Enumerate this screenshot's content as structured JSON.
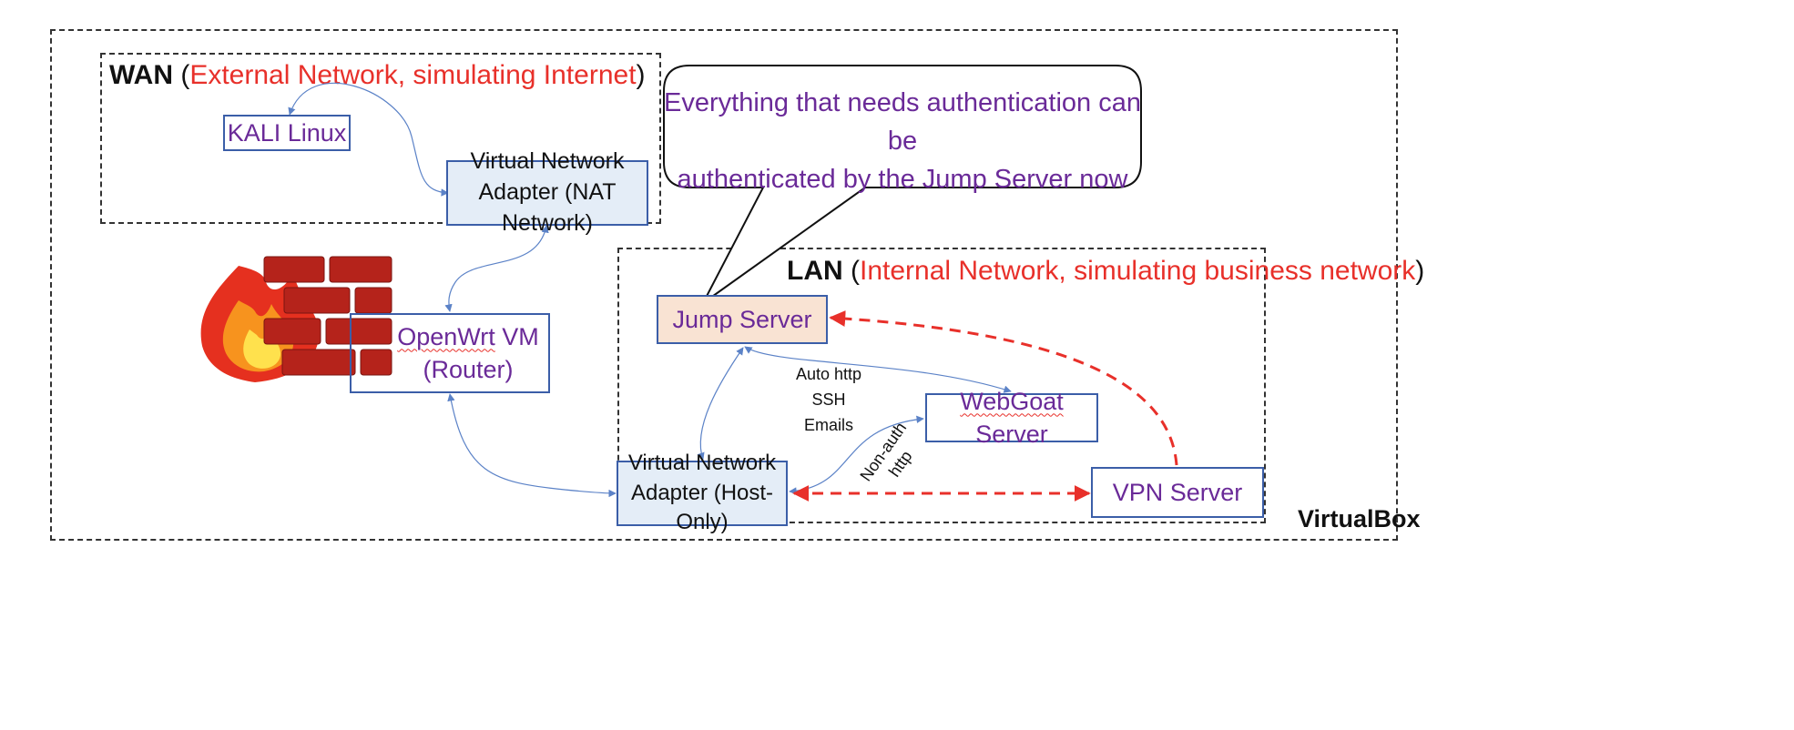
{
  "outer": {
    "label": "VirtualBox"
  },
  "wan": {
    "title": "WAN",
    "paren_open": " (",
    "subtitle": "External Network, simulating Internet",
    "paren_close": ")"
  },
  "lan": {
    "title": "LAN",
    "paren_open": " (",
    "subtitle": "Internal Network, simulating business network",
    "paren_close": ")"
  },
  "callout": {
    "line1": "Everything that needs authentication can be",
    "line2": "authenticated by the Jump Server now"
  },
  "nodes": {
    "kali": "KALI Linux",
    "nat_line1": "Virtual Network",
    "nat_line2": "Adapter (NAT Network)",
    "openwrt_name": "OpenWrt",
    "openwrt_suffix": " VM",
    "openwrt_line2": "(Router)",
    "jump": "Jump Server",
    "webgoat_name": "WebGoat",
    "webgoat_suffix": " Server",
    "hostonly_line1": "Virtual Network",
    "hostonly_line2": "Adapter (Host-Only)",
    "vpn": "VPN Server"
  },
  "edge_labels": {
    "auto_http": "Auto http",
    "ssh": "SSH",
    "emails": "Emails",
    "non_auth": "Non-auth",
    "http": "http"
  },
  "colors": {
    "border_blue": "#3b5ea8",
    "text_purple": "#6a2a98",
    "accent_red": "#e8302a",
    "arrow_blue": "#5b82c7",
    "node_blue_fill": "#e4edf7",
    "jump_fill": "#f9e3d3",
    "brick": "#b5231b"
  },
  "icons": {
    "firewall": "firewall-icon"
  }
}
